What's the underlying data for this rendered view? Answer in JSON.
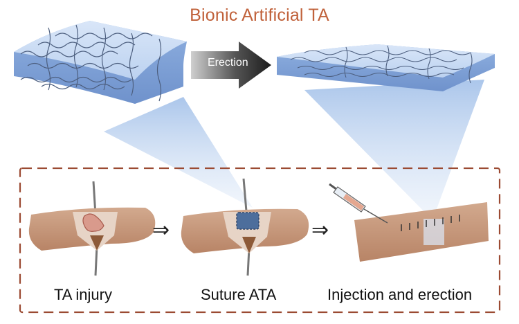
{
  "title": "Bionic Artificial TA",
  "arrow_label": "Erection",
  "steps": [
    {
      "label": "TA injury"
    },
    {
      "label": "Suture ATA"
    },
    {
      "label": "Injection and erection"
    }
  ],
  "colors": {
    "title": "#c0613a",
    "dashed_frame": "#9b4a32",
    "scaffold": "#a9c6ec",
    "tissue": "#c79a7d",
    "arrow": "#2a2a2a"
  }
}
